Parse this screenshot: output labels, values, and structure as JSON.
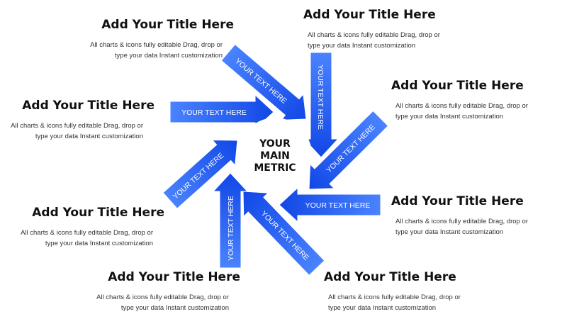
{
  "center": {
    "line1": "YOUR",
    "line2": "MAIN",
    "line3": "METRIC"
  },
  "colors": {
    "arrow_dark": "#1147e6",
    "arrow_light": "#4a83ff",
    "hub": "#ffffff"
  },
  "arrows": [
    {
      "label": "YOUR TEXT HERE"
    },
    {
      "label": "YOUR TEXT HERE"
    },
    {
      "label": "YOUR TEXT HERE"
    },
    {
      "label": "YOUR TEXT HERE"
    },
    {
      "label": "YOUR TEXT HERE"
    },
    {
      "label": "YOUR TEXT HERE"
    },
    {
      "label": "YOUR TEXT HERE"
    },
    {
      "label": "YOUR TEXT HERE"
    }
  ],
  "blocks": [
    {
      "title": "Add Your Title Here",
      "desc1": "All charts & icons fully editable Drag, drop or",
      "desc2": "type your data Instant customization"
    },
    {
      "title": "Add Your Title Here",
      "desc1": "All charts & icons fully editable Drag, drop or",
      "desc2": "type your data Instant customization"
    },
    {
      "title": "Add Your Title Here",
      "desc1": "All charts & icons fully editable Drag, drop or",
      "desc2": "type your data Instant customization"
    },
    {
      "title": "Add Your Title Here",
      "desc1": "All charts & icons fully editable Drag, drop or",
      "desc2": "type your data Instant customization"
    },
    {
      "title": "Add Your Title Here",
      "desc1": "All charts & icons fully editable Drag, drop or",
      "desc2": "type your data Instant customization"
    },
    {
      "title": "Add Your Title Here",
      "desc1": "All charts & icons fully editable Drag, drop or",
      "desc2": "type your data Instant customization"
    },
    {
      "title": "Add Your Title Here",
      "desc1": "All charts & icons fully editable Drag, drop or",
      "desc2": "type your data Instant customization"
    },
    {
      "title": "Add Your Title Here",
      "desc1": "All charts & icons fully editable Drag, drop or",
      "desc2": "type your data Instant customization"
    }
  ]
}
